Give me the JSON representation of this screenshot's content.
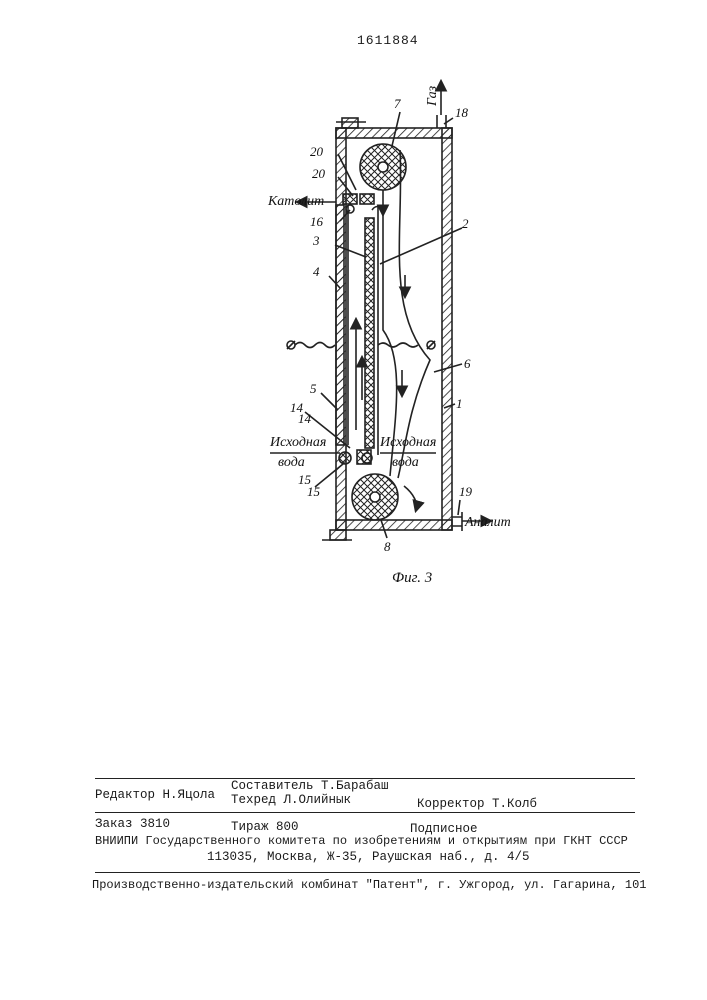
{
  "header": {
    "patent_number": "1611884"
  },
  "figure": {
    "caption": "Фиг. 3",
    "flow_labels": {
      "gas": "Газ",
      "catholyte": "Католит",
      "anolyte": "Аналит",
      "source_water_left": [
        "Исходная",
        "вода"
      ],
      "source_water_right": [
        "Исходная",
        "вода"
      ]
    },
    "part_numbers": {
      "n1": "1",
      "n2": "2",
      "n3": "3",
      "n4": "4",
      "n5": "5",
      "n6": "6",
      "n7": "7",
      "n8": "8",
      "n14a": "14",
      "n14b": "14",
      "n15a": "15",
      "n15b": "15",
      "n16": "16",
      "n18": "18",
      "n19": "19",
      "n20a": "20",
      "n20b": "20"
    }
  },
  "footer": {
    "editor": "Редактор Н.Яцола",
    "compiler": "Составитель Т.Барабаш",
    "techred": "Техред Л.Олийнык",
    "corrector": "Корректор Т.Колб",
    "order": "Заказ 3810",
    "circulation": "Тираж 800",
    "subscription": "Подписное",
    "institute": "ВНИИПИ Государственного комитета по изобретениям и открытиям при ГКНТ СССР",
    "address": "113035, Москва, Ж-35, Раушская наб., д. 4/5",
    "publisher": "Производственно-издательский комбинат \"Патент\", г. Ужгород, ул. Гагарина, 101"
  }
}
